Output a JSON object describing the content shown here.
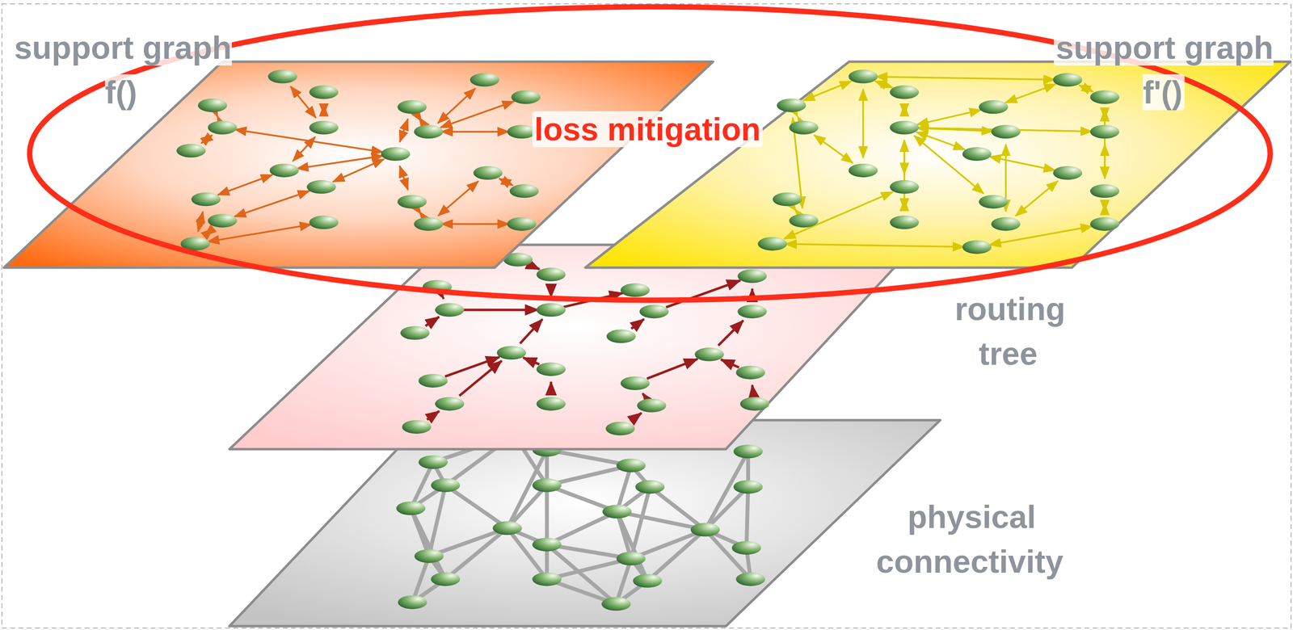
{
  "diagram": {
    "nodes": [
      {
        "text": [
          "support graph f()"
        ]
      },
      {
        "text": [
          "loss mitigation"
        ]
      },
      {
        "text": [
          "support graph f'()"
        ]
      },
      {
        "text": [
          "routing tree"
        ]
      },
      {
        "text": [
          "physical connectivity"
        ]
      }
    ]
  }
}
